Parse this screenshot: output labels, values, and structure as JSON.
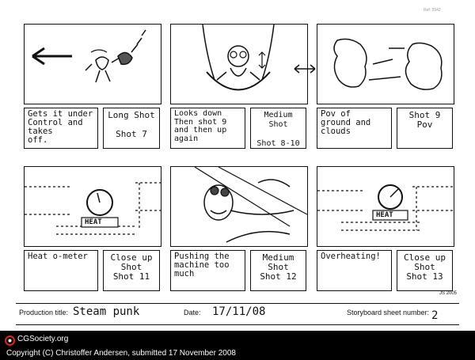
{
  "sheet_code": "Ref: 5542",
  "panels": [
    {
      "action": "Gets it under\nControl and takes\noff.",
      "shot": "Long Shot\n\nShot 7"
    },
    {
      "action": "Looks down\nThen shot 9\nand then up\nagain",
      "shot": "Medium Shot\n\nShot 8-10"
    },
    {
      "action": "Pov of\nground and\nclouds",
      "shot": "Shot 9\nPov"
    },
    {
      "action": "Heat o-meter",
      "shot": "Close up\nShot\nShot 11"
    },
    {
      "action": "Pushing the\nmachine too\nmuch",
      "shot": "Medium\nShot\nShot 12"
    },
    {
      "action": "Overheating!",
      "shot": "Close up\nShot\nShot 13"
    }
  ],
  "gauge_label": "HEAT",
  "footer": {
    "production_label": "Production title:",
    "production_value": "Steam punk",
    "date_label": "Date:",
    "date_value": "17/11/08",
    "sheet_label": "Storyboard sheet number:",
    "sheet_value": "2",
    "js_mark": "JS 2005"
  },
  "credit": {
    "site": "CGSociety.org",
    "copyright": "Copyright (C) Christoffer Andersen, submitted 17 November 2008"
  }
}
